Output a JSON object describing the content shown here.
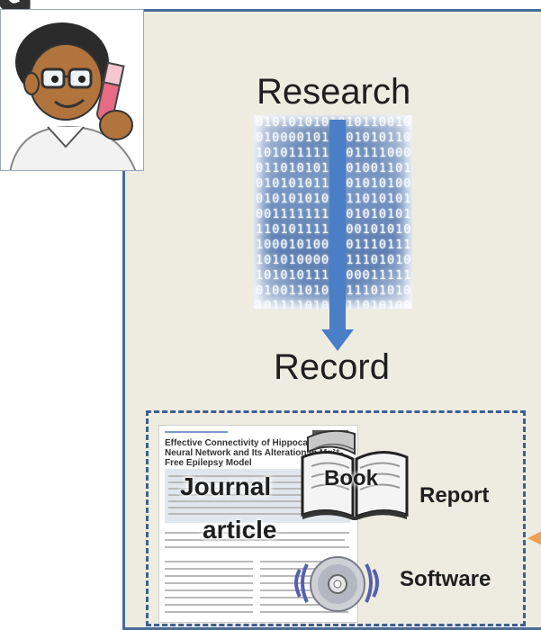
{
  "labels": {
    "research": "Research",
    "record": "Record",
    "journal": "Journal",
    "article": "article",
    "book": "Book",
    "report": "Report",
    "software": "Software"
  },
  "binary_lines": [
    "0101010101010110010",
    "010000101  010101101",
    "101011111  0111100011",
    "011010101  0100110101",
    "010101011  0101010010",
    "010101010  1101010101",
    "001111111  0101010101",
    "110101111  0010101010",
    "100010100  0111011100",
    "101010000  1110101010",
    "101010111  0001111100",
    "010011010  1110101001",
    "101111010  1101010010"
  ],
  "article_thumbnail": {
    "title": "Effective Connectivity of Hippocampal Neural Network and Its Alteration in Mg²⁺-Free Epilepsy Model"
  },
  "colors": {
    "panel_background": "#eeece1",
    "panel_border": "#4a6b99",
    "arrow": "#4a7ec6",
    "dashed_border": "#3d5f92",
    "side_marker": "#f0a050"
  },
  "icons": {
    "avatar": "scientist-with-test-tube",
    "book": "open-book-icon",
    "disc": "cd-disc-icon"
  }
}
